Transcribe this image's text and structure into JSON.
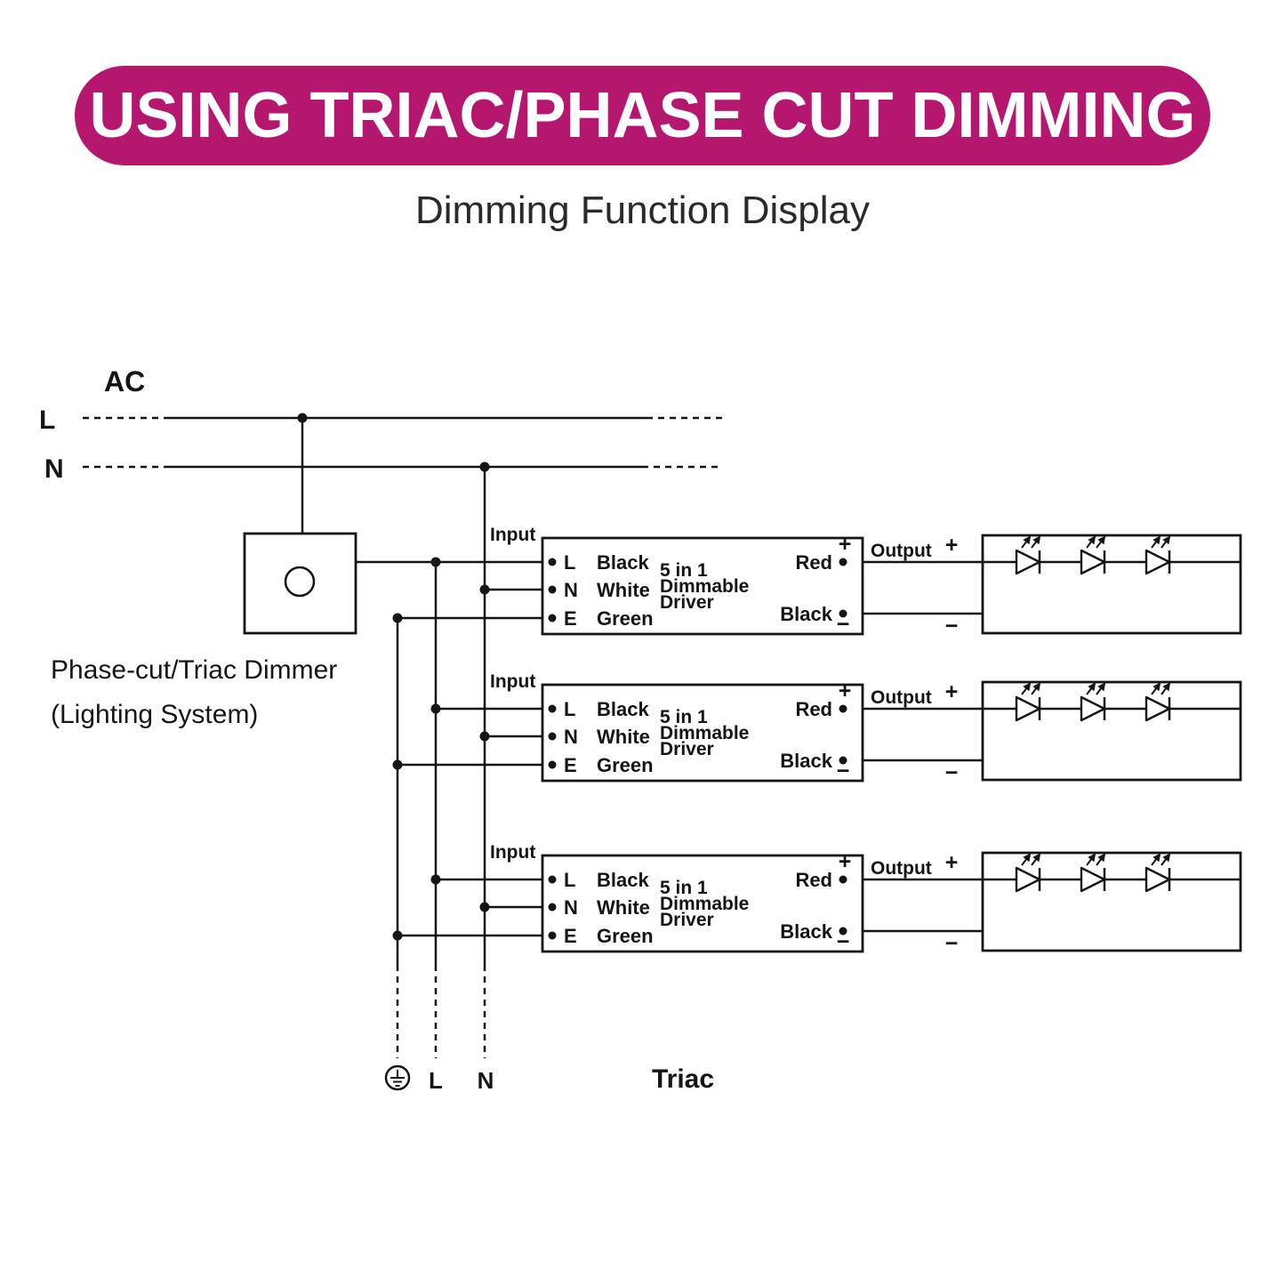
{
  "title_banner": {
    "text": "USING TRIAC/PHASE CUT DIMMING"
  },
  "subtitle": {
    "text": "Dimming Function Display"
  },
  "colors": {
    "banner_bg": "#b5176f",
    "banner_text": "#ffffff",
    "ink": "#151515"
  },
  "ac_supply": {
    "label": "AC",
    "live": "L",
    "neutral": "N"
  },
  "dimmer": {
    "caption_line1": "Phase-cut/Triac Dimmer",
    "caption_line2": "(Lighting System)"
  },
  "drivers": [
    {
      "input_label": "Input",
      "terminals": [
        {
          "letter": "L",
          "wire": "Black"
        },
        {
          "letter": "N",
          "wire": "White"
        },
        {
          "letter": "E",
          "wire": "Green"
        }
      ],
      "title_line1": "5 in 1",
      "title_line2": "Dimmable",
      "title_line3": "Driver",
      "output_plus": "+",
      "output_red": "Red",
      "output_black": "Black",
      "output_minus": "−",
      "output_label": "Output",
      "wire_plus": "+",
      "wire_minus": "−"
    },
    {
      "input_label": "Input",
      "terminals": [
        {
          "letter": "L",
          "wire": "Black"
        },
        {
          "letter": "N",
          "wire": "White"
        },
        {
          "letter": "E",
          "wire": "Green"
        }
      ],
      "title_line1": "5 in 1",
      "title_line2": "Dimmable",
      "title_line3": "Driver",
      "output_plus": "+",
      "output_red": "Red",
      "output_black": "Black",
      "output_minus": "−",
      "output_label": "Output",
      "wire_plus": "+",
      "wire_minus": "−"
    },
    {
      "input_label": "Input",
      "terminals": [
        {
          "letter": "L",
          "wire": "Black"
        },
        {
          "letter": "N",
          "wire": "White"
        },
        {
          "letter": "E",
          "wire": "Green"
        }
      ],
      "title_line1": "5 in 1",
      "title_line2": "Dimmable",
      "title_line3": "Driver",
      "output_plus": "+",
      "output_red": "Red",
      "output_black": "Black",
      "output_minus": "−",
      "output_label": "Output",
      "wire_plus": "+",
      "wire_minus": "−"
    }
  ],
  "bottom_labels": {
    "live": "L",
    "neutral": "N",
    "triac": "Triac"
  }
}
